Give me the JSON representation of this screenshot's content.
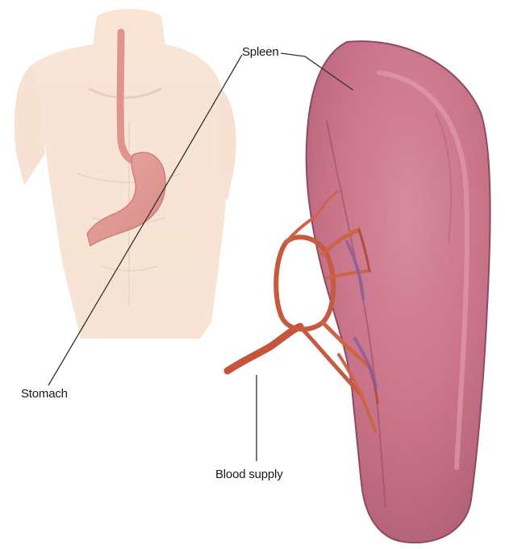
{
  "labels": {
    "spleen": "Spleen",
    "stomach": "Stomach",
    "blood_supply": "Blood supply"
  }
}
